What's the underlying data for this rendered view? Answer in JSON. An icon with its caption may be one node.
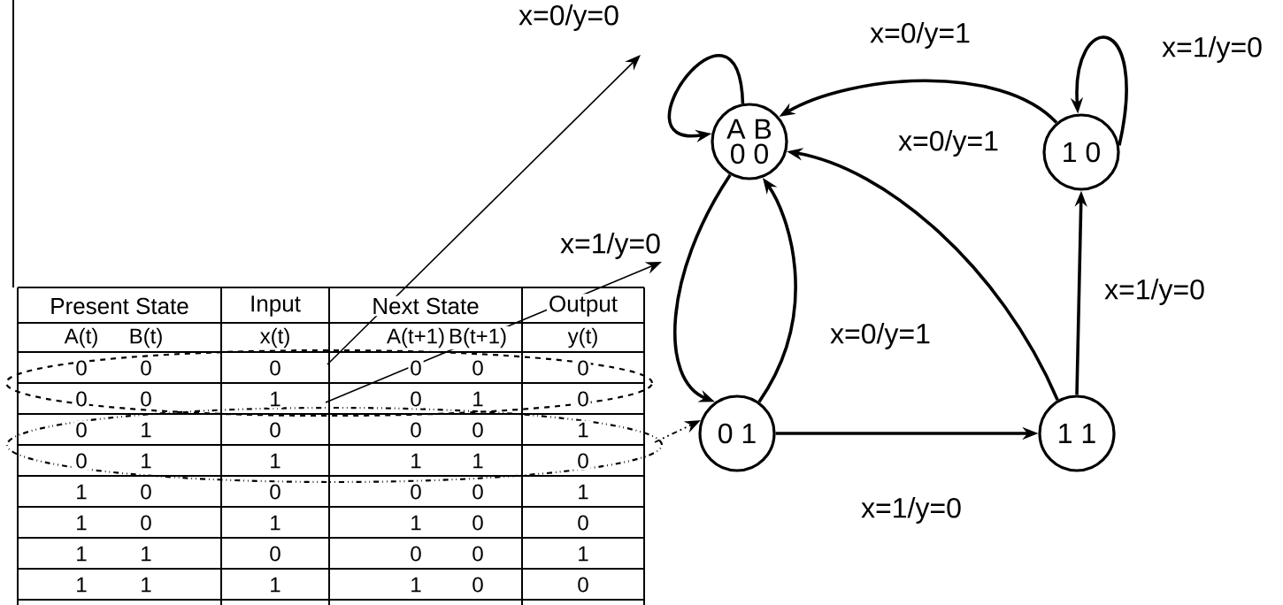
{
  "diagram": {
    "nodes": [
      {
        "text": [
          "A B",
          "0 0"
        ]
      },
      {
        "text": [
          "1 0"
        ]
      },
      {
        "text": [
          "0 1"
        ]
      },
      {
        "text": [
          "1 1"
        ]
      },
      {
        "text": [],
        "shape": "ellipse"
      },
      {
        "text": [],
        "shape": "ellipse"
      }
    ],
    "edges": [
      {
        "from": 0,
        "to": 0,
        "arrow": "to",
        "label": "x=0/y=0"
      },
      {
        "from": 1,
        "to": 0,
        "arrow": "to",
        "label": "x=0/y=1"
      },
      {
        "from": 1,
        "to": 1,
        "arrow": "to",
        "label": "x=1/y=0"
      },
      {
        "from": 3,
        "to": 0,
        "arrow": "to",
        "label": "x=0/y=1"
      },
      {
        "from": 0,
        "to": 2,
        "arrow": "to",
        "label": "x=1/y=0"
      },
      {
        "from": 2,
        "to": 0,
        "arrow": "to",
        "label": "x=0/y=1"
      },
      {
        "from": 2,
        "to": 3,
        "arrow": "to",
        "label": "x=1/y=0"
      },
      {
        "from": 3,
        "to": 1,
        "arrow": "to",
        "label": "x=1/y=0"
      },
      {
        "from": 4,
        "to": null,
        "arrow": "to"
      },
      {
        "from": 4,
        "to": null,
        "arrow": "to"
      },
      {
        "from": 5,
        "to": 2,
        "arrow": "to",
        "style": "dashed"
      }
    ],
    "labels": [
      "Present State",
      "Input",
      "Next State",
      "Output",
      "A(t)",
      "B(t)",
      "x(t)",
      "A(t+1)",
      "B(t+1)",
      "y(t)",
      "0",
      "0",
      "0",
      "0",
      "0",
      "0",
      "0",
      "0",
      "1",
      "0",
      "1",
      "0",
      "0",
      "1",
      "0",
      "0",
      "0",
      "1",
      "0",
      "1",
      "1",
      "1",
      "1",
      "0",
      "1",
      "0",
      "0",
      "0",
      "0",
      "1",
      "1",
      "0",
      "1",
      "1",
      "0",
      "0",
      "1",
      "1",
      "0",
      "0",
      "0",
      "1",
      "1",
      "1",
      "1",
      "1",
      "0",
      "0"
    ]
  }
}
